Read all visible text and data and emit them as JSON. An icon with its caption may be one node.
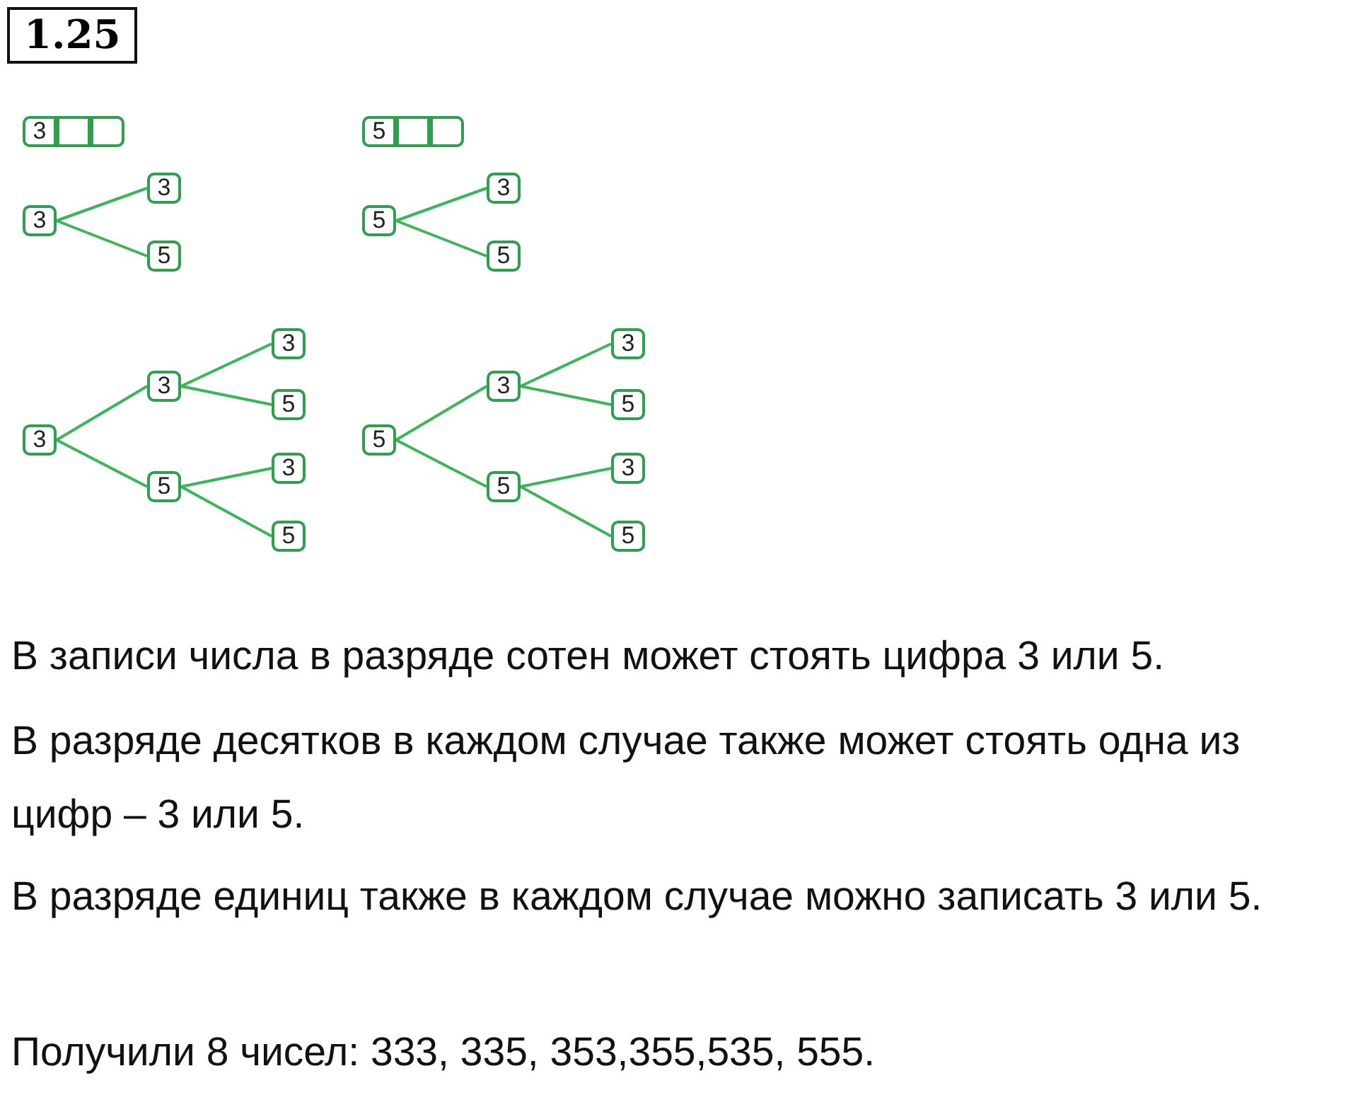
{
  "diagram": {
    "title": "1.25",
    "nodes": [
      {
        "text": [
          "3"
        ]
      },
      {
        "text": [],
        "shape": "box"
      },
      {
        "text": [],
        "shape": "box"
      },
      {
        "text": [
          "5"
        ]
      },
      {
        "text": [],
        "shape": "box"
      },
      {
        "text": [],
        "shape": "box"
      },
      {
        "text": [
          "3"
        ]
      },
      {
        "text": [
          "3"
        ]
      },
      {
        "text": [
          "5"
        ]
      },
      {
        "text": [
          "5"
        ]
      },
      {
        "text": [
          "3"
        ]
      },
      {
        "text": [
          "5"
        ]
      },
      {
        "text": [
          "3"
        ]
      },
      {
        "text": [
          "3"
        ]
      },
      {
        "text": [
          "3"
        ]
      },
      {
        "text": [
          "5"
        ]
      },
      {
        "text": [
          "5"
        ]
      },
      {
        "text": [
          "3"
        ]
      },
      {
        "text": [
          "5"
        ]
      },
      {
        "text": [
          "5"
        ]
      },
      {
        "text": [
          "3"
        ]
      },
      {
        "text": [
          "3"
        ]
      },
      {
        "text": [
          "5"
        ]
      },
      {
        "text": [
          "5"
        ]
      },
      {
        "text": [
          "3"
        ]
      },
      {
        "text": [
          "5"
        ]
      }
    ],
    "edges": [
      {
        "from": 6,
        "to": 7,
        "arrow": "none"
      },
      {
        "from": 6,
        "to": 8,
        "arrow": "none"
      },
      {
        "from": 9,
        "to": 10,
        "arrow": "none"
      },
      {
        "from": 9,
        "to": 11,
        "arrow": "none"
      },
      {
        "from": 12,
        "to": 13,
        "arrow": "none"
      },
      {
        "from": 13,
        "to": 14,
        "arrow": "none"
      },
      {
        "from": 13,
        "to": 15,
        "arrow": "none"
      },
      {
        "from": 12,
        "to": 16,
        "arrow": "none"
      },
      {
        "from": 16,
        "to": 17,
        "arrow": "none"
      },
      {
        "from": 16,
        "to": 18,
        "arrow": "none"
      },
      {
        "from": 19,
        "to": 20,
        "arrow": "none"
      },
      {
        "from": 20,
        "to": 21,
        "arrow": "none"
      },
      {
        "from": 20,
        "to": 22,
        "arrow": "none"
      },
      {
        "from": 19,
        "to": 23,
        "arrow": "none"
      },
      {
        "from": 23,
        "to": 24,
        "arrow": "none"
      },
      {
        "from": 23,
        "to": 25,
        "arrow": "none"
      }
    ],
    "labels": [
      "В записи числа в разряде сотен может стоять цифра 3 или 5.",
      "В разряде десятков в каждом случае также может стоять одна из цифр – 3 или 5.",
      "В разряде единиц также в каждом случае можно записать 3 или 5.",
      "Получили 8 чисел: 333, 335, 353,355,535, 555."
    ]
  }
}
